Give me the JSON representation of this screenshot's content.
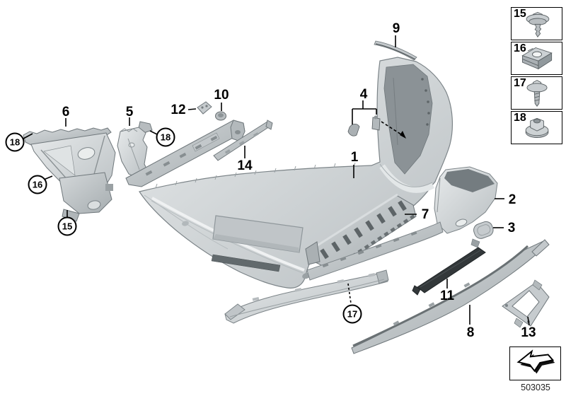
{
  "diagram_code": "503035",
  "callouts": [
    "6",
    "5",
    "12",
    "10",
    "9",
    "4",
    "1",
    "14",
    "7",
    "2",
    "3",
    "11",
    "8",
    "13"
  ],
  "circled_callouts": [
    "18",
    "16",
    "15",
    "18",
    "17"
  ],
  "legend": [
    {
      "number": "15",
      "icon": "expanding-rivet-icon"
    },
    {
      "number": "16",
      "icon": "cage-nut-icon"
    },
    {
      "number": "17",
      "icon": "sheet-metal-screw-icon"
    },
    {
      "number": "18",
      "icon": "plastic-nut-icon"
    }
  ],
  "nav": {
    "icon": "next-diagram-arrow-icon"
  }
}
